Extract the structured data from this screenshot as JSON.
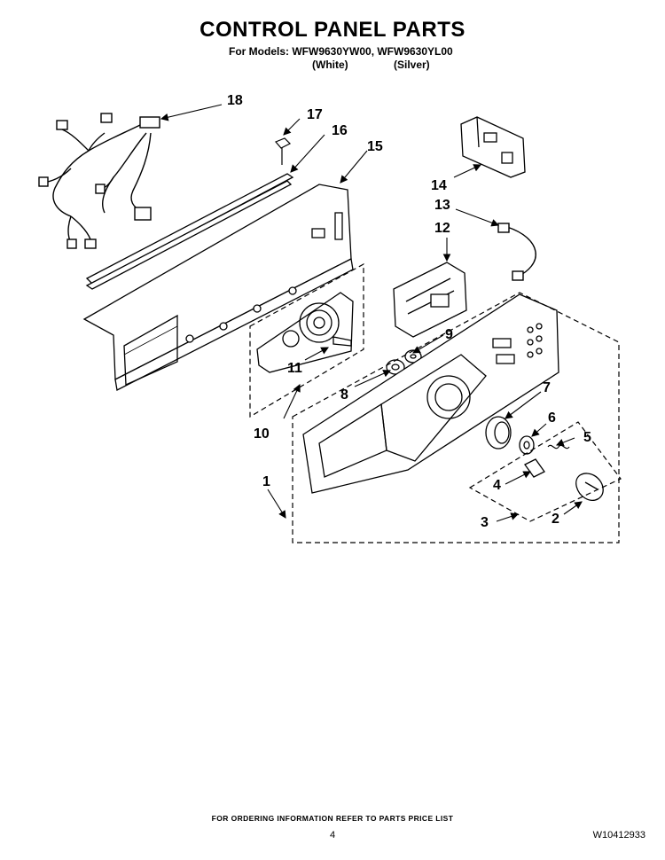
{
  "header": {
    "title": "CONTROL PANEL PARTS",
    "models_line": "For Models: WFW9630YW00, WFW9630YL00",
    "variant_white": "(White)",
    "variant_silver": "(Silver)"
  },
  "callouts": [
    "1",
    "2",
    "3",
    "4",
    "5",
    "6",
    "7",
    "8",
    "9",
    "10",
    "11",
    "12",
    "13",
    "14",
    "15",
    "16",
    "17",
    "18"
  ],
  "footer": {
    "ordering_note": "FOR ORDERING INFORMATION REFER TO PARTS PRICE LIST",
    "page_number": "4",
    "document_id": "W10412933"
  }
}
